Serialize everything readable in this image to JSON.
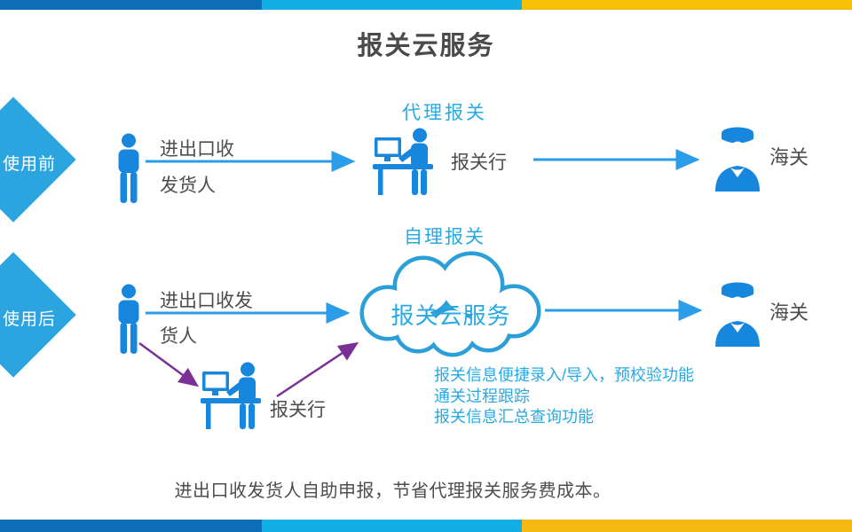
{
  "title": "报关云服务",
  "colors": {
    "bar_dark_blue": "#0c6fb7",
    "bar_cyan": "#12aee5",
    "bar_yellow_top": "#f8c004",
    "bar_yellow_bottom": "#f6b913",
    "diamond_blue": "#2ba4e0",
    "icon_blue": "#1787dd",
    "arrow_blue": "#2b9ce8",
    "arrow_purple": "#7b3097",
    "text_dark": "#4d4d4d",
    "text_blue": "#29a9e2",
    "cloud_outline": "#2a9fd8"
  },
  "icons": {
    "person": "person-icon",
    "broker_desk": "desk-computer-person-icon",
    "customs_officer": "customs-officer-icon",
    "cloud": "cloud-icon"
  },
  "rows": {
    "before": {
      "stage_label": "使用前",
      "consignor_line1": "进出口收",
      "consignor_line2": "发货人",
      "mode_label": "代理报关",
      "broker_label": "报关行",
      "customs_label": "海关"
    },
    "after": {
      "stage_label": "使用后",
      "consignor_line1": "进出口收发",
      "consignor_line2": "货人",
      "mode_label": "自理报关",
      "cloud_label": "报关云服务",
      "broker_label": "报关行",
      "customs_label": "海关",
      "features": [
        "报关信息便捷录入/导入，预校验功能",
        "通关过程跟踪",
        "报关信息汇总查询功能"
      ]
    }
  },
  "footer": "进出口收发货人自助申报，节省代理报关服务费成本。"
}
